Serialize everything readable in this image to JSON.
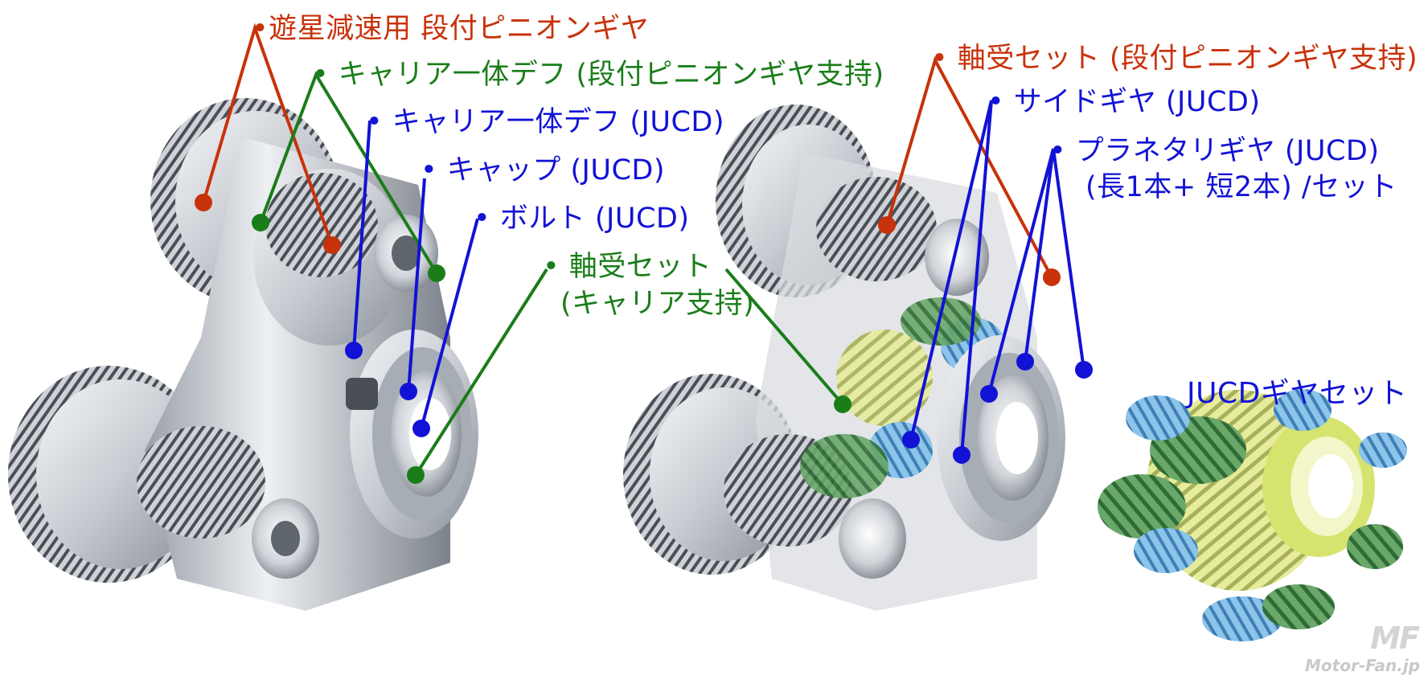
{
  "labels": {
    "planetary_pinion": "•遊星減速用 段付ピニオンギヤ",
    "carrier_diff_stepped": "• キャリア一体デフ (段付ピニオンギヤ支持)",
    "carrier_diff_jucd": "• キャリア一体デフ (JUCD)",
    "cap_jucd": "• キャップ (JUCD)",
    "bolt_jucd": "• ボルト (JUCD)",
    "bearing_set_carrier_1": "• 軸受セット",
    "bearing_set_carrier_2": "(キャリア支持)",
    "bearing_set_pinion": "• 軸受セット (段付ピニオンギヤ支持)",
    "side_gear": "• サイドギヤ (JUCD)",
    "planetary_gear_1": "• プラネタリギヤ (JUCD)",
    "planetary_gear_2": "(長1本+ 短2本) /セット",
    "jucd_gear_set": "JUCDギヤセット"
  },
  "watermark": {
    "logo": "MF",
    "site": "Motor-Fan.jp"
  },
  "colors": {
    "red": "#c8320a",
    "green": "#1a7d1a",
    "blue": "#1212d6"
  }
}
